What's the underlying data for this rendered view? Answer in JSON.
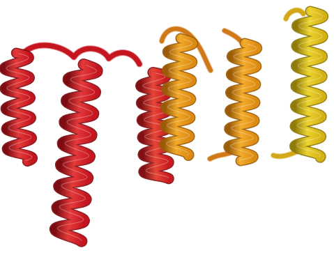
{
  "image": {
    "background": "#ffffff",
    "helices": [
      {
        "id": "helix-1",
        "color": "#c5161f",
        "dark": "#7d0c12",
        "light": "#e43a3a"
      },
      {
        "id": "helix-2",
        "color": "#c5161f",
        "dark": "#7d0c12",
        "light": "#e43a3a"
      },
      {
        "id": "helix-3",
        "color": "#c91a1f",
        "dark": "#7f1013",
        "light": "#e64638"
      },
      {
        "id": "helix-4",
        "color": "#dc8a12",
        "dark": "#9b5a08",
        "light": "#f2aa2a"
      },
      {
        "id": "helix-5",
        "color": "#dd8c12",
        "dark": "#9b5c08",
        "light": "#f3ad2d"
      },
      {
        "id": "helix-6",
        "color": "#d4b214",
        "dark": "#8f7a0a",
        "light": "#ecd42f"
      }
    ],
    "loops": [
      {
        "id": "loop-1",
        "color": "#c5161f"
      },
      {
        "id": "loop-2",
        "color": "#d07817"
      },
      {
        "id": "loop-3",
        "color": "#d3a717"
      }
    ]
  }
}
